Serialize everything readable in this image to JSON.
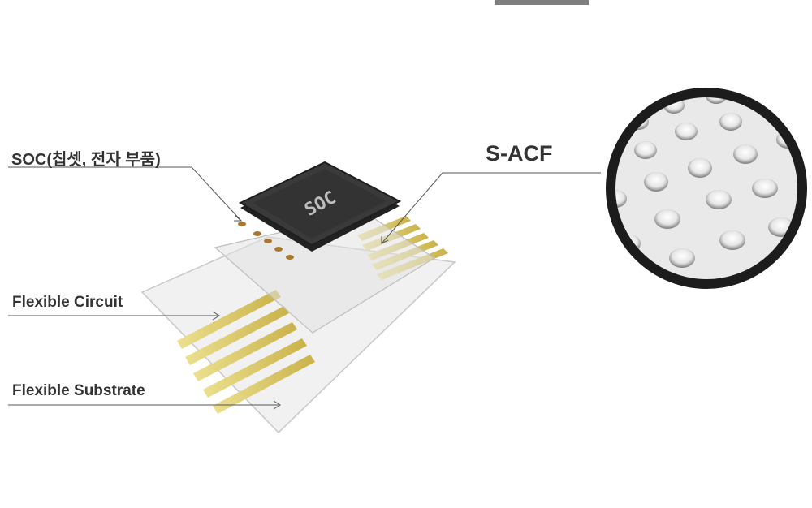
{
  "labels": {
    "soc": "SOC(칩셋, 전자 부품)",
    "sacf": "S-ACF",
    "flexible_circuit": "Flexible Circuit",
    "flexible_substrate": "Flexible Substrate"
  },
  "chip_marking": "SOC",
  "colors": {
    "gold": "#e2d27a",
    "chip": "#2f2f2f",
    "ring": "#1c1c1c"
  }
}
